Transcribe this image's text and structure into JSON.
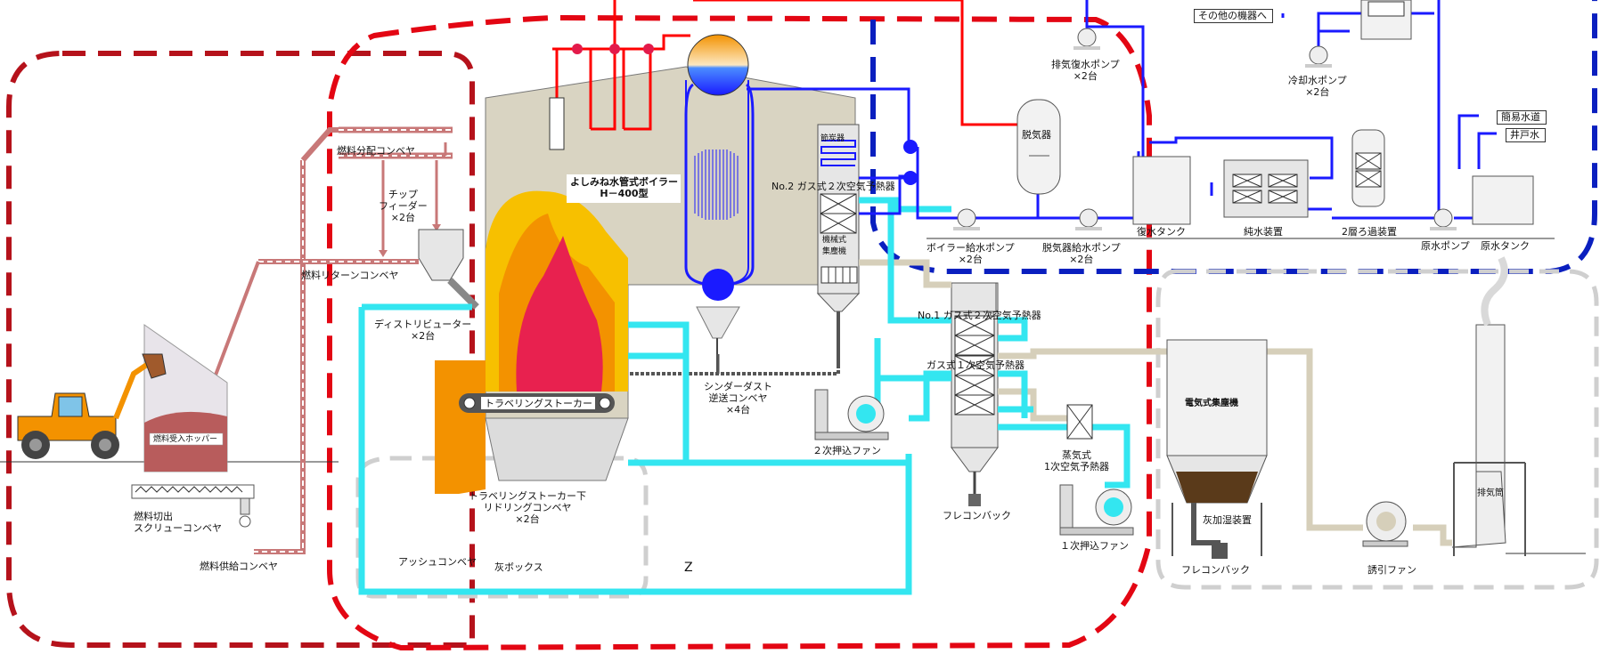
{
  "colors": {
    "red_zone": "#e30613",
    "dark_red_zone": "#b5121b",
    "blue_zone": "#0a1fbf",
    "gray_zone": "#cfcfcf",
    "steam_line": "#ff0000",
    "water_line": "#1a1aff",
    "air_line": "#33e6f0",
    "flue_line": "#d6cfba",
    "conveyor": "#c87878",
    "boiler_body": "#d9d4c2"
  },
  "labels": {
    "fuel_distribution_conveyor": "燃料分配コンベヤ",
    "chip_feeder": "チップ\nフィーダー\n×2台",
    "fuel_return_conveyor": "燃料リターンコンベヤ",
    "distributor": "ディストリビューター\n×2台",
    "boiler_name": "よしみね水管式ボイラー\nH－400型",
    "traveling_stoker": "トラベリングストーカー",
    "stoker_drag_conveyor": "トラベリングストーカー下\nリドリングコンベヤ\n×2台",
    "ash_conveyor": "アッシュコンベヤ",
    "ash_box": "灰ボックス",
    "fuel_hopper": "燃料受入ホッパー",
    "fuel_screw_conveyor": "燃料切出\nスクリューコンベヤ",
    "fuel_supply_conveyor": "燃料供給コンベヤ",
    "cinder_conveyor": "シンダーダスト\n逆送コンベヤ\n×4台",
    "economizer": "節炭器",
    "mechanical_collector": "機械式\n集塵機",
    "no2_heater": "No.2 ガス式２次空気予熱器",
    "no1_heater": "No.1 ガス式２次空気予熱器",
    "primary_gas_heater": "ガス式１次空気予熱器",
    "secondary_fan": "２次押込ファン",
    "steam_air_heater": "蒸気式\n1次空気予熱器",
    "primary_fan": "１次押込ファン",
    "flexible_container_1": "フレコンバック",
    "esp": "電気式集塵機",
    "ash_humidifier": "灰加湿装置",
    "flexible_container_2": "フレコンバック",
    "induced_fan": "誘引ファン",
    "stack": "排気筒",
    "exhaust_condensate_pump": "排気復水ポンプ\n×2台",
    "other_equipment": "その他の機器へ",
    "cooling_water_pump": "冷却水ポンプ\n×2台",
    "deaerator": "脱気器",
    "condensate_tank": "復水タンク",
    "pure_water": "純水装置",
    "double_filter": "2層ろ過装置",
    "raw_water_pump": "原水ポンプ",
    "raw_water_tank": "原水タンク",
    "simple_water": "簡易水道",
    "well_water": "井戸水",
    "boiler_feed_pump": "ボイラー給水ポンプ\n×2台",
    "deaerator_feed_pump": "脱気器給水ポンプ\n×2台",
    "z_mark": "Z"
  }
}
